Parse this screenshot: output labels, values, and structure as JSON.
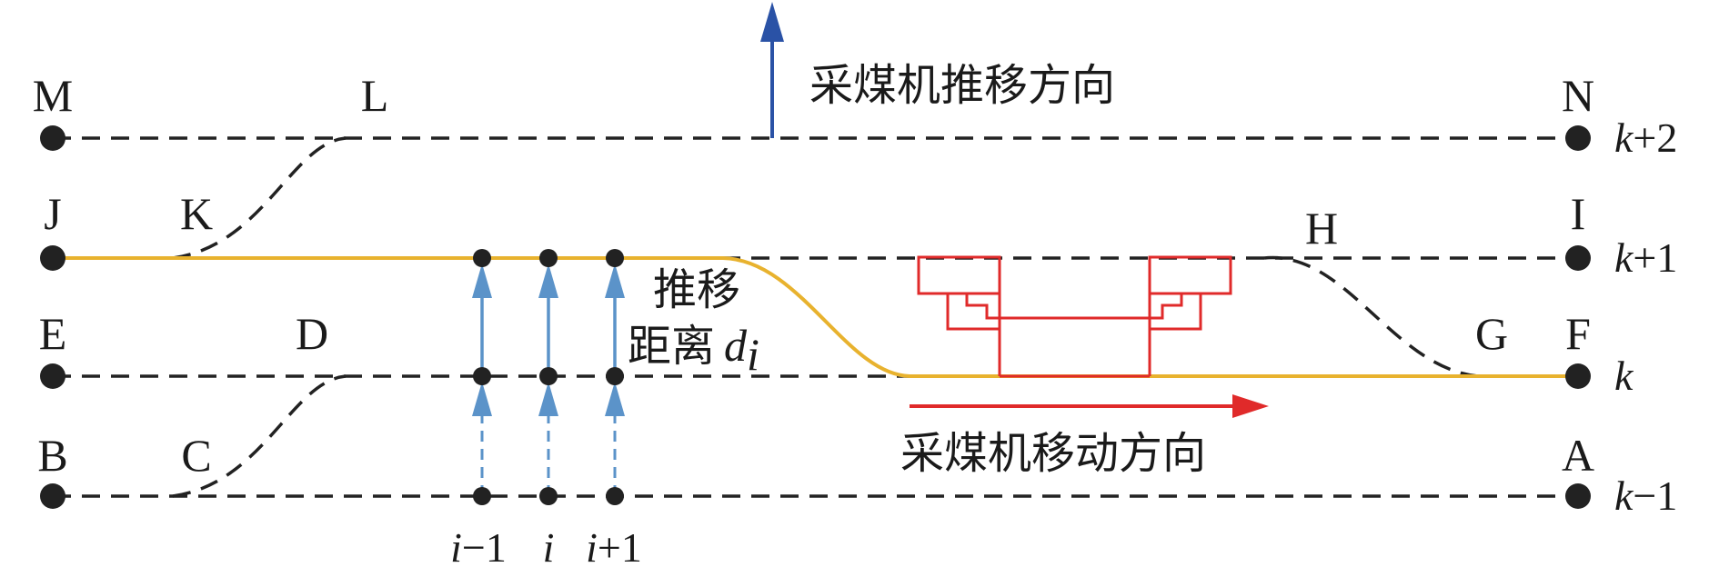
{
  "colors": {
    "dashed_line": "#222222",
    "node": "#222222",
    "conveyor_curve": "#e8b22e",
    "support_arrow": "#5b93c9",
    "advance_arrow": "#2a52a6",
    "shearer": "#e02a2a",
    "shearer_arrow": "#e02a2a"
  },
  "points": {
    "M": "M",
    "L": "L",
    "N": "N",
    "J": "J",
    "K": "K",
    "H": "H",
    "I": "I",
    "E": "E",
    "D": "D",
    "G": "G",
    "F": "F",
    "B": "B",
    "C": "C",
    "A": "A"
  },
  "rows": {
    "k_plus_2": {
      "var": "k",
      "suffix": "+2"
    },
    "k_plus_1": {
      "var": "k",
      "suffix": "+1"
    },
    "k": {
      "var": "k",
      "suffix": ""
    },
    "k_minus_1": {
      "var": "k",
      "suffix": "−1"
    }
  },
  "supports": {
    "i_minus_1": {
      "var": "i",
      "suffix": "−1"
    },
    "i": {
      "var": "i",
      "suffix": ""
    },
    "i_plus_1": {
      "var": "i",
      "suffix": "+1"
    }
  },
  "labels": {
    "advance_direction": "采煤机推移方向",
    "move_direction": "采煤机移动方向",
    "push_line1": "推移",
    "push_line2": "距离",
    "push_var": "d",
    "push_sub": "i"
  }
}
